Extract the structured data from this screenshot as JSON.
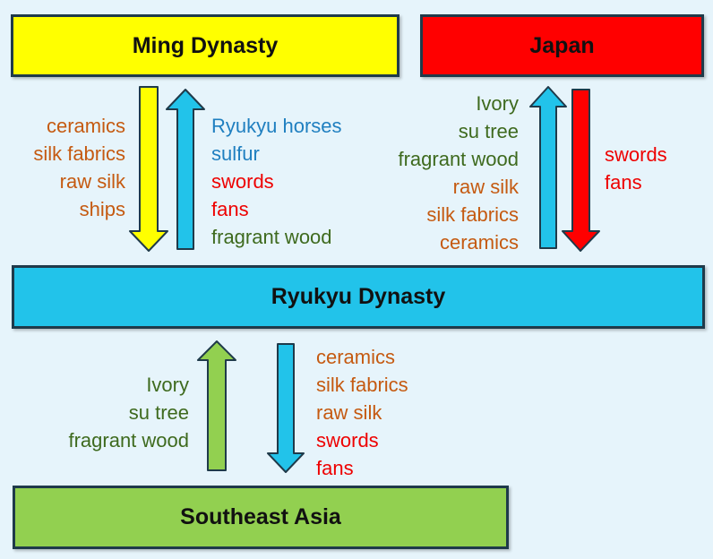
{
  "nodes": {
    "ming": "Ming Dynasty",
    "japan": "Japan",
    "ryukyu": "Ryukyu Dynasty",
    "southeast_asia": "Southeast Asia"
  },
  "flows": {
    "ming_to_ryukyu": [
      {
        "text": "ceramics",
        "color": "brown"
      },
      {
        "text": "silk fabrics",
        "color": "brown"
      },
      {
        "text": "raw silk",
        "color": "brown"
      },
      {
        "text": "ships",
        "color": "brown"
      }
    ],
    "ryukyu_to_ming": [
      {
        "text": "Ryukyu horses",
        "color": "blue"
      },
      {
        "text": "sulfur",
        "color": "blue"
      },
      {
        "text": "swords",
        "color": "red"
      },
      {
        "text": "fans",
        "color": "red"
      },
      {
        "text": "fragrant wood",
        "color": "green"
      }
    ],
    "ryukyu_to_japan": [
      {
        "text": "Ivory",
        "color": "green"
      },
      {
        "text": "su tree",
        "color": "green"
      },
      {
        "text": "fragrant wood",
        "color": "green"
      },
      {
        "text": "raw silk",
        "color": "brown"
      },
      {
        "text": "silk fabrics",
        "color": "brown"
      },
      {
        "text": "ceramics",
        "color": "brown"
      }
    ],
    "japan_to_ryukyu": [
      {
        "text": "swords",
        "color": "red"
      },
      {
        "text": "fans",
        "color": "red"
      }
    ],
    "southeast_asia_to_ryukyu": [
      {
        "text": "Ivory",
        "color": "green"
      },
      {
        "text": "su tree",
        "color": "green"
      },
      {
        "text": "fragrant wood",
        "color": "green"
      }
    ],
    "ryukyu_to_southeast_asia": [
      {
        "text": "ceramics",
        "color": "brown"
      },
      {
        "text": "silk fabrics",
        "color": "brown"
      },
      {
        "text": "raw silk",
        "color": "brown"
      },
      {
        "text": "swords",
        "color": "red"
      },
      {
        "text": "fans",
        "color": "red"
      }
    ]
  },
  "colors": {
    "ming": "#ffff00",
    "japan": "#ff0000",
    "ryukyu": "#22c3ea",
    "southeast_asia": "#92d050",
    "brown": "#c55a11",
    "blue": "#1f7fc0",
    "red": "#ee0000",
    "green": "#3e6a1e"
  }
}
